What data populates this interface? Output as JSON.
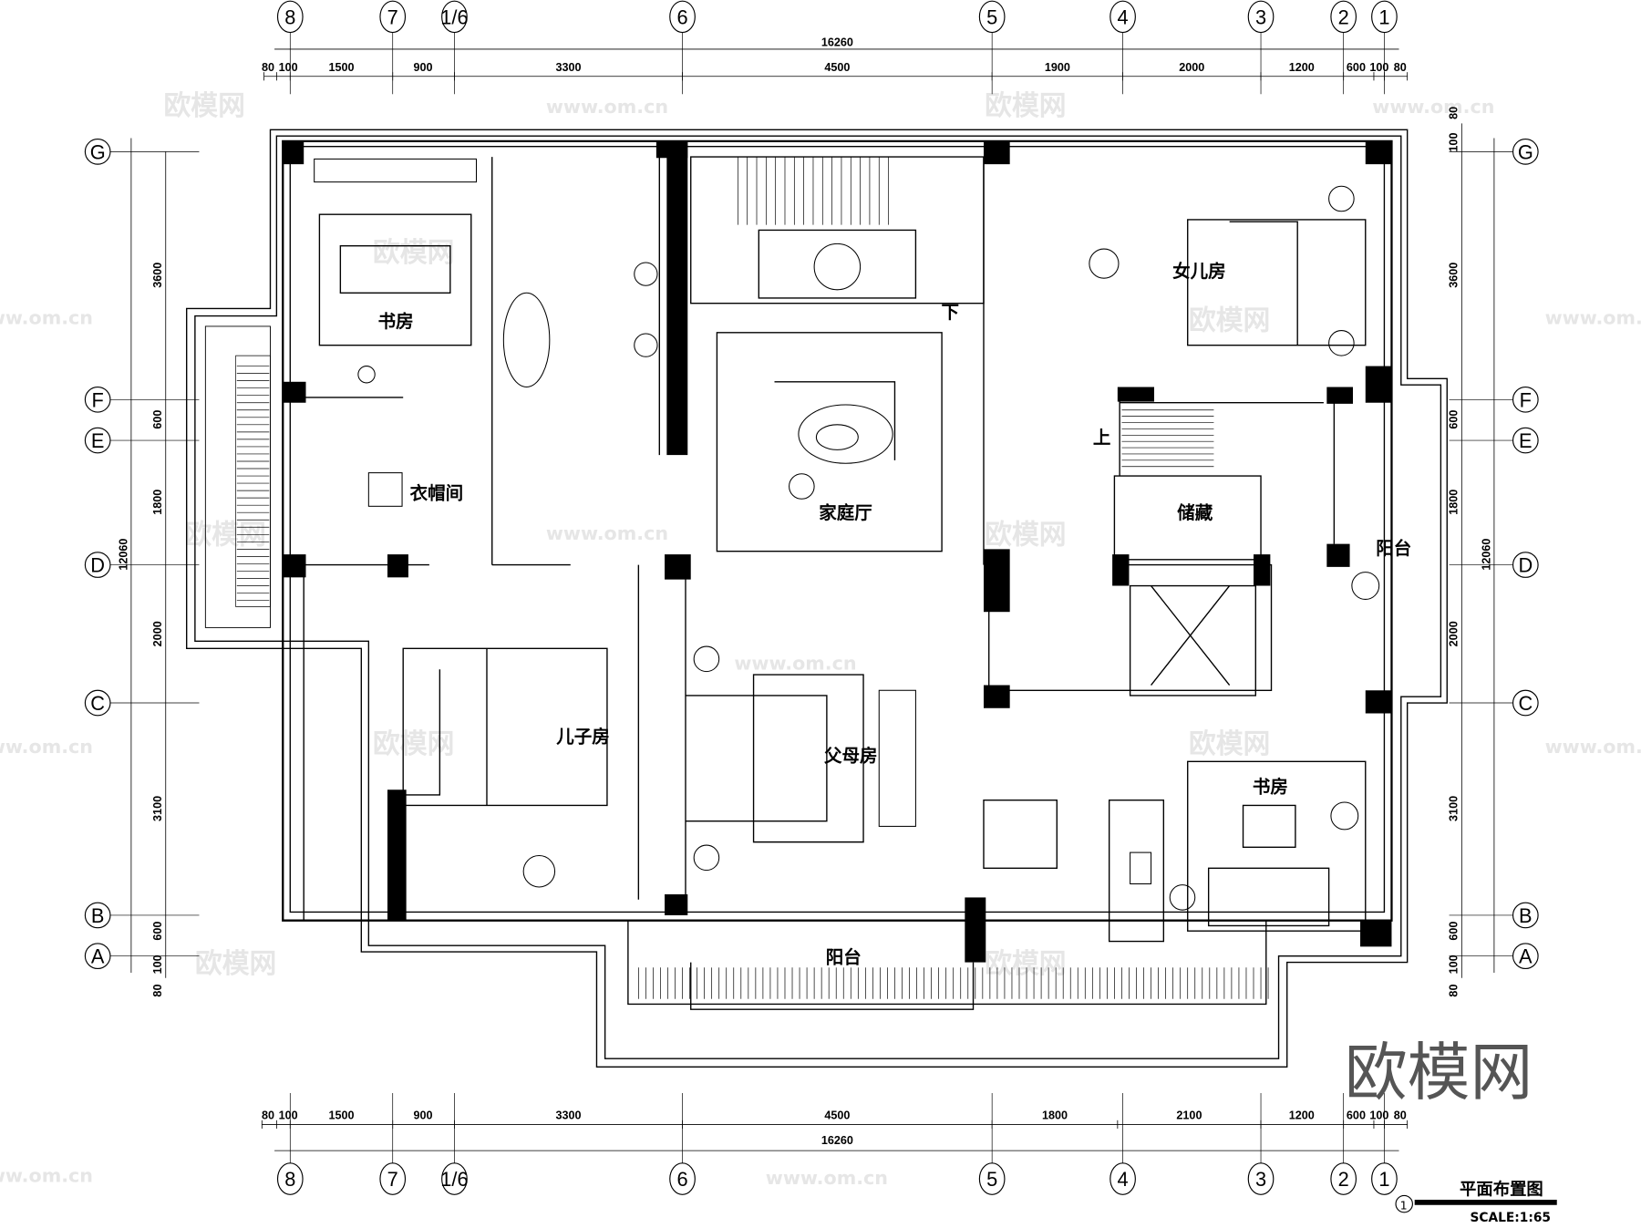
{
  "title_block": {
    "number": "1",
    "title": "平面布置图",
    "scale": "SCALE:1:65"
  },
  "watermark": {
    "logo": "欧模网",
    "url": "www.om.cn"
  },
  "axes": {
    "columns": [
      "8",
      "7",
      "1/6",
      "6",
      "5",
      "4",
      "3",
      "2",
      "1"
    ],
    "rows": [
      "G",
      "F",
      "E",
      "D",
      "C",
      "B",
      "A"
    ]
  },
  "dimensions": {
    "top_total": "16260",
    "top": [
      "80",
      "100",
      "1500",
      "900",
      "3300",
      "4500",
      "1900",
      "2000",
      "1200",
      "600",
      "100",
      "80"
    ],
    "bottom_total": "16260",
    "bottom": [
      "80",
      "100",
      "1500",
      "900",
      "3300",
      "4500",
      "1800",
      "2100",
      "1200",
      "600",
      "100",
      "80"
    ],
    "left_total": "12060",
    "left": [
      "3600",
      "600",
      "1800",
      "2000",
      "3100",
      "600",
      "100",
      "80"
    ],
    "right_total": "12060",
    "right": [
      "80",
      "100",
      "3600",
      "600",
      "1800",
      "2000",
      "3100",
      "600",
      "100",
      "80"
    ]
  },
  "rooms": [
    {
      "label": "书房"
    },
    {
      "label": "衣帽间"
    },
    {
      "label": "儿子房"
    },
    {
      "label": "父母房"
    },
    {
      "label": "家庭厅"
    },
    {
      "label": "下"
    },
    {
      "label": "女儿房"
    },
    {
      "label": "上"
    },
    {
      "label": "储藏"
    },
    {
      "label": "阳台"
    },
    {
      "label": "书房"
    },
    {
      "label": "阳台"
    }
  ]
}
